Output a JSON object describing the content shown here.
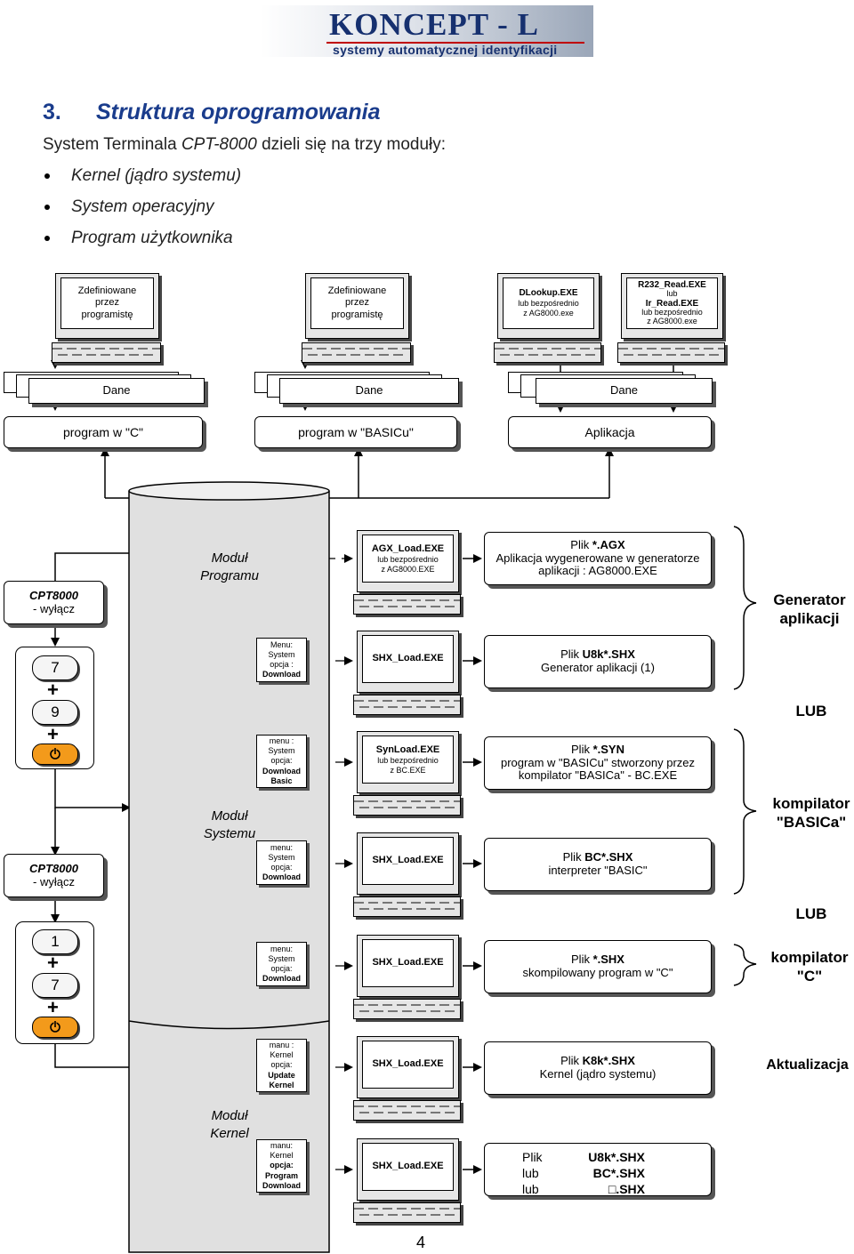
{
  "logo": {
    "main": "KONCEPT - L",
    "sub": "systemy automatycznej identyfikacji"
  },
  "section": {
    "num": "3.",
    "title": "Struktura oprogramowania",
    "intro_plain": "System Terminala ",
    "intro_italic": "CPT-8000",
    "intro_rest": " dzieli się na trzy moduły:",
    "bullets": [
      "Kernel (jądro systemu)",
      "System operacyjny",
      "Program użytkownika"
    ]
  },
  "top_monitors": [
    {
      "lines": [
        "Zdefiniowane",
        "przez",
        "programistę"
      ]
    },
    {
      "lines": [
        "Zdefiniowane",
        "przez",
        "programistę"
      ]
    },
    {
      "lines": [
        "DLookup.EXE",
        "lub bezpośrednio",
        "z AG8000.exe"
      ]
    },
    {
      "lines": [
        "R232_Read.EXE",
        "lub",
        "Ir_Read.EXE",
        "lub bezpośrednio",
        "z AG8000.exe"
      ]
    }
  ],
  "data_label": "Dane",
  "programs": [
    "program w \"C\"",
    "program w \"BASICu\"",
    "Aplikacja"
  ],
  "modules": {
    "program": [
      "Moduł",
      "Programu"
    ],
    "system": [
      "Moduł",
      "Systemu"
    ],
    "kernel": [
      "Moduł",
      "Kernel"
    ]
  },
  "cpt": {
    "title": "CPT8000",
    "sub": "- wyłącz"
  },
  "keys1": [
    "7",
    "9"
  ],
  "keys2": [
    "1",
    "7"
  ],
  "plus": "+",
  "menus": [
    {
      "lines": [
        "Menu:",
        "System",
        "opcja :"
      ],
      "bold": [
        "Download"
      ]
    },
    {
      "lines": [
        "menu :",
        "System",
        "opcja:"
      ],
      "bold": [
        "Download",
        "Basic"
      ]
    },
    {
      "lines": [
        "menu:",
        "System",
        "opcja:"
      ],
      "bold": [
        "Download"
      ]
    },
    {
      "lines": [
        "menu:",
        "System",
        "opcja:"
      ],
      "bold": [
        "Download"
      ]
    },
    {
      "lines": [
        "manu :",
        "Kernel",
        "opcja:"
      ],
      "bold": [
        "Update",
        "Kernel"
      ]
    },
    {
      "lines": [
        "manu:",
        "Kernel"
      ],
      "bold": [
        "opcja:",
        "Program",
        "Download"
      ]
    }
  ],
  "mid_monitors": [
    {
      "main": "AGX_Load.EXE",
      "sub": [
        "lub bezpośrednio",
        "z AG8000.EXE"
      ]
    },
    {
      "main": "SHX_Load.EXE",
      "sub": []
    },
    {
      "main": "SynLoad.EXE",
      "sub": [
        "lub bezpośrednio",
        "z BC.EXE"
      ]
    },
    {
      "main": "SHX_Load.EXE",
      "sub": []
    },
    {
      "main": "SHX_Load.EXE",
      "sub": []
    },
    {
      "main": "SHX_Load.EXE",
      "sub": []
    },
    {
      "main": "SHX_Load.EXE",
      "sub": []
    }
  ],
  "files": [
    {
      "prefix": "Plik ",
      "name": "*.AGX",
      "desc": [
        "Aplikacja wygenerowane w generatorze",
        "aplikacji : AG8000.EXE"
      ]
    },
    {
      "prefix": "Plik ",
      "name": "U8k*.SHX",
      "desc": [
        "Generator aplikacji (1)"
      ]
    },
    {
      "prefix": "Plik ",
      "name": "*.SYN",
      "desc": [
        "program w \"BASICu\"  stworzony przez",
        "kompilator \"BASICa\"  - BC.EXE"
      ]
    },
    {
      "prefix": "Plik ",
      "name": "BC*.SHX",
      "desc": [
        "interpreter \"BASIC\""
      ]
    },
    {
      "prefix": "Plik ",
      "name": "*.SHX",
      "desc": [
        "skompilowany program w \"C\""
      ]
    },
    {
      "prefix": "Plik ",
      "name": "K8k*.SHX",
      "desc": [
        "Kernel (jądro systemu)"
      ]
    }
  ],
  "last_file": {
    "left": [
      "Plik",
      "lub",
      "lub"
    ],
    "right": [
      "U8k*.SHX",
      "BC*.SHX",
      "□.SHX"
    ]
  },
  "side_labels": {
    "generator": [
      "Generator",
      "aplikacji"
    ],
    "lub1": "LUB",
    "basic": [
      "kompilator",
      "\"BASICa\""
    ],
    "lub2": "LUB",
    "c": [
      "kompilator",
      "\"C\""
    ],
    "akt": "Aktualizacja"
  },
  "page_number": "4",
  "colors": {
    "logo_blue": "#16306f",
    "heading_blue": "#1a3c8c",
    "power_key": "#f39a1b",
    "cylinder": "#e0e0e0"
  }
}
